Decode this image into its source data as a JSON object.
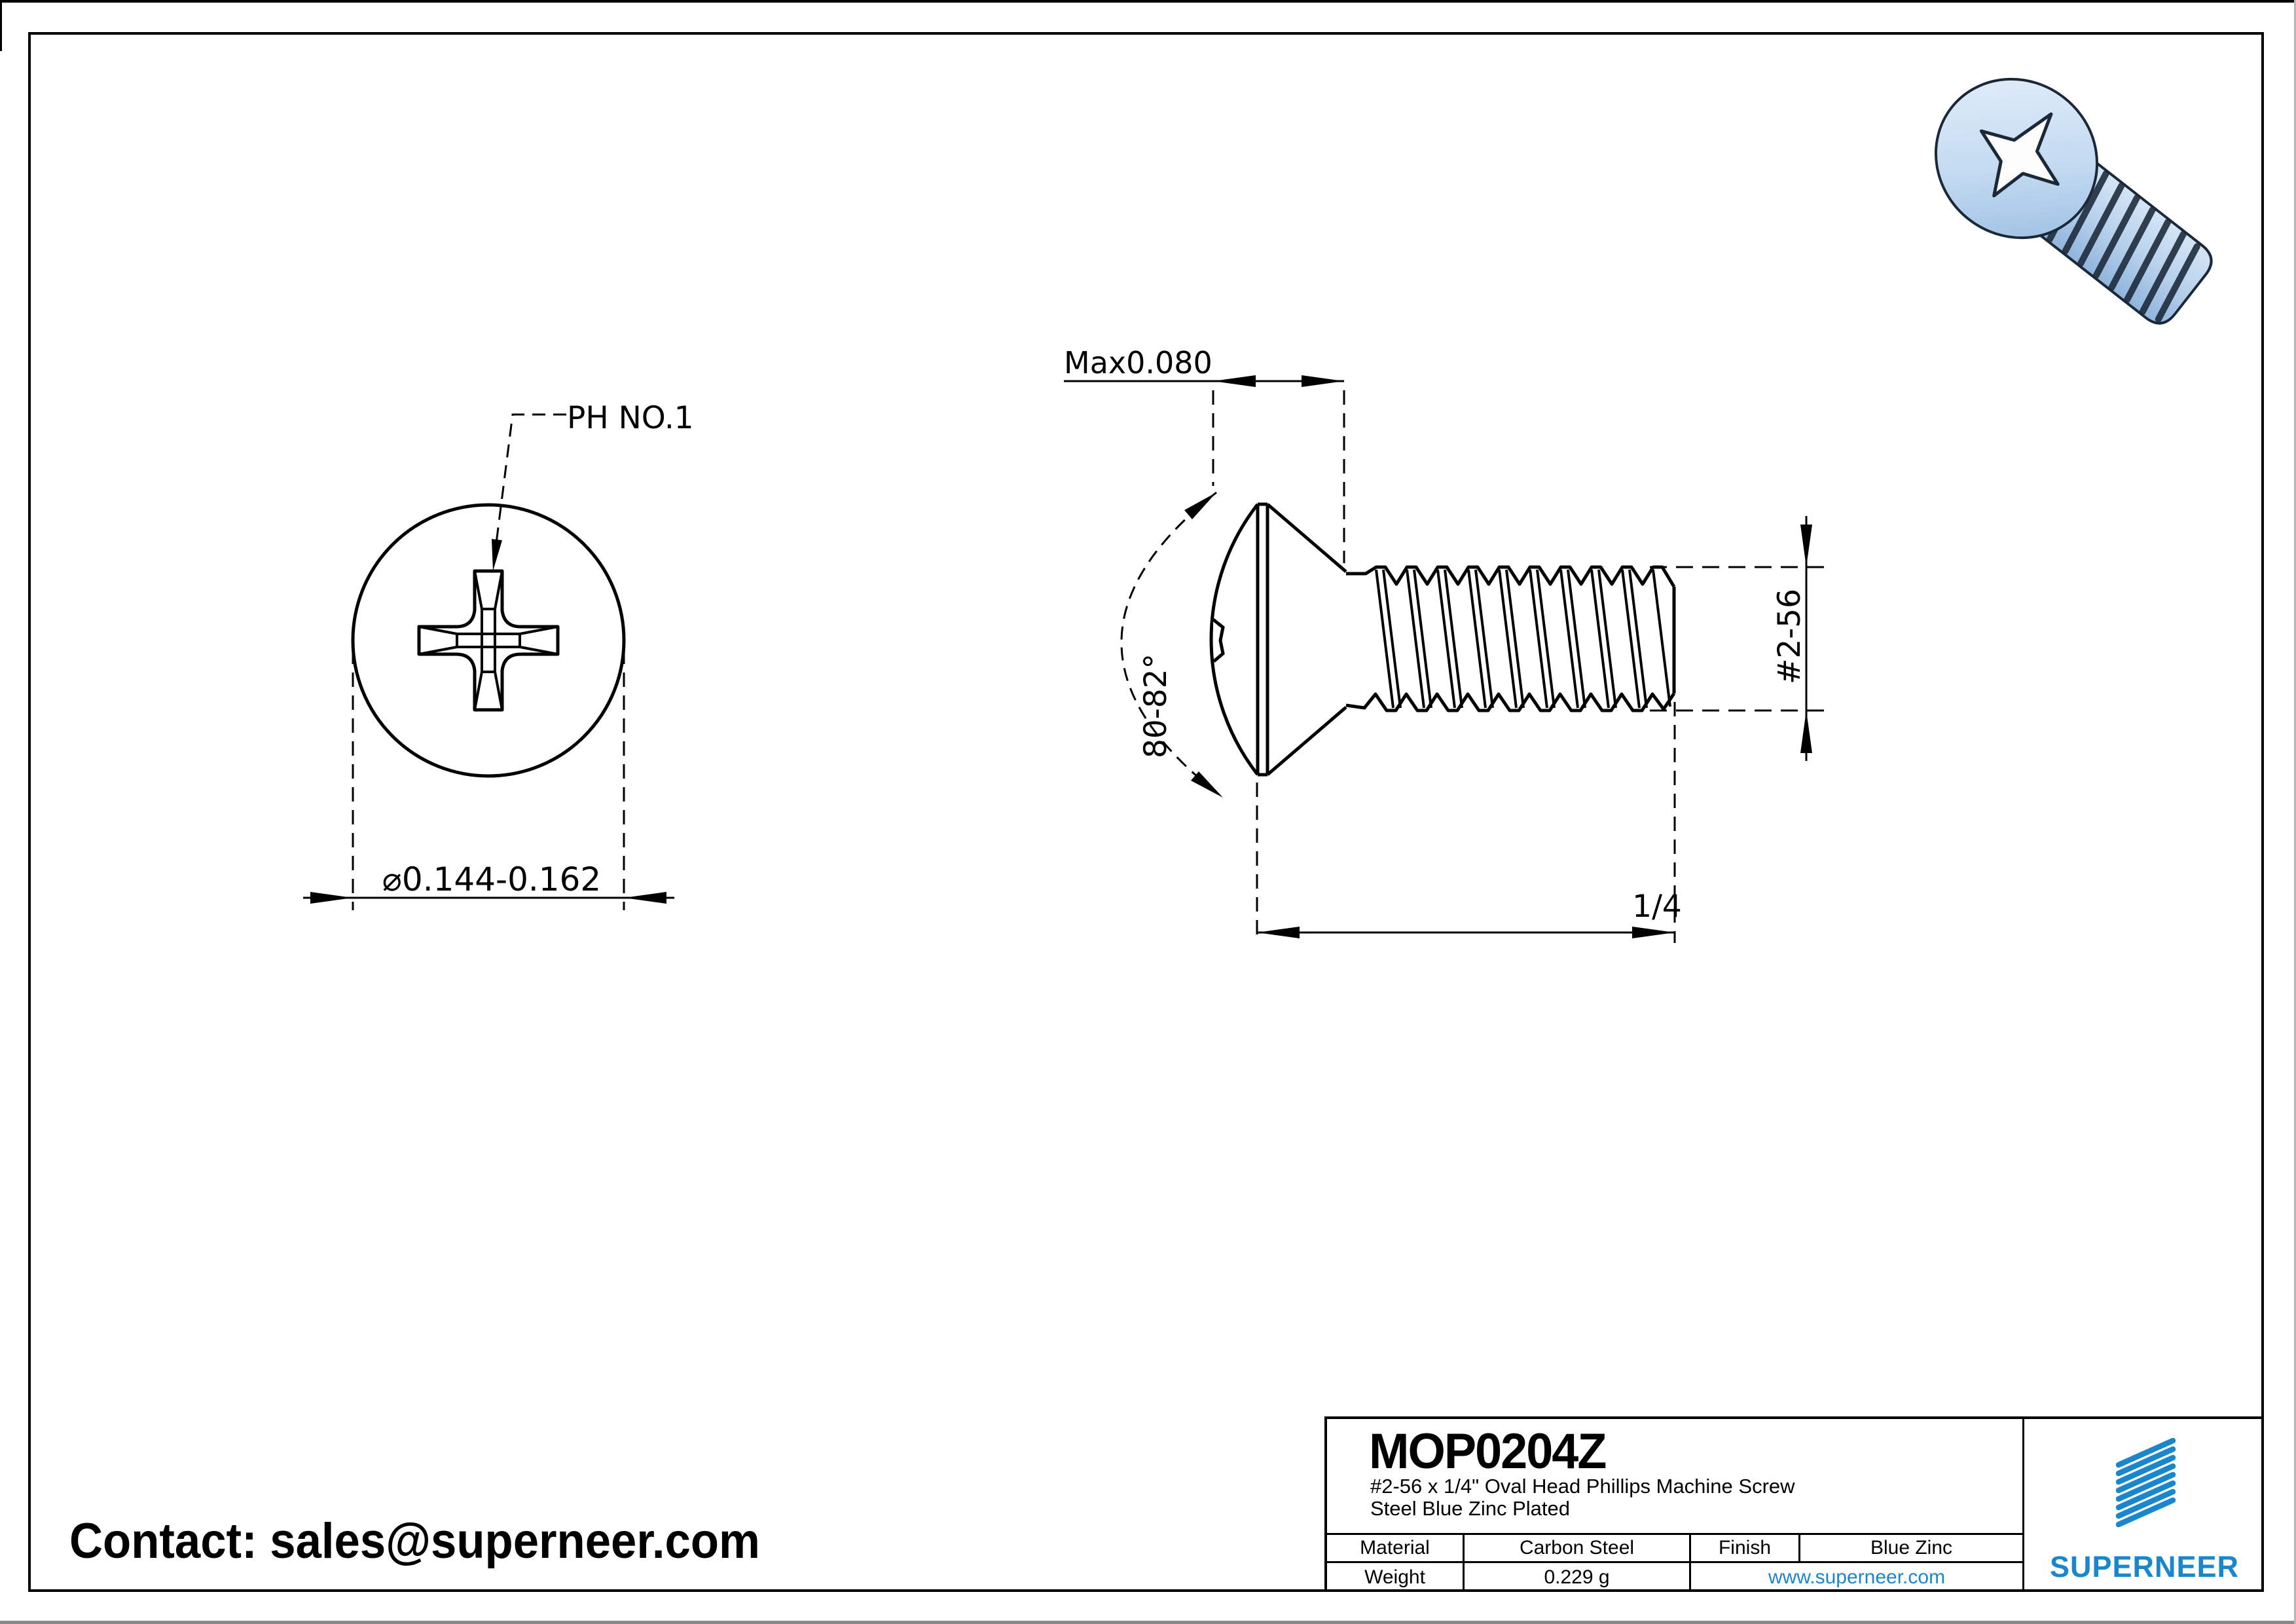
{
  "page": {
    "contact": "Contact: sales@superneer.com"
  },
  "front_view": {
    "recess_callout": "PH NO.1",
    "diameter_dim": "⌀0.144-0.162"
  },
  "side_view": {
    "head_height_dim": "Max0.080",
    "angle_dim": "80-82°",
    "length_dim": "1/4",
    "thread_dim": "#2-56"
  },
  "title_block": {
    "part_number": "MOP0204Z",
    "description_line1": "#2-56 x 1/4\" Oval Head Phillips Machine Screw",
    "description_line2": "Steel Blue Zinc Plated",
    "material_label": "Material",
    "material_value": "Carbon Steel",
    "finish_label": "Finish",
    "finish_value": "Blue Zinc",
    "weight_label": "Weight",
    "weight_value": "0.229 g",
    "website": "www.superneer.com",
    "brand": "SUPERNEER"
  },
  "colors": {
    "accent_blue": "#1a87cc",
    "line_black": "#000000",
    "screw_body_light": "#cde0f4",
    "screw_body_shade": "#9fc2e4"
  }
}
